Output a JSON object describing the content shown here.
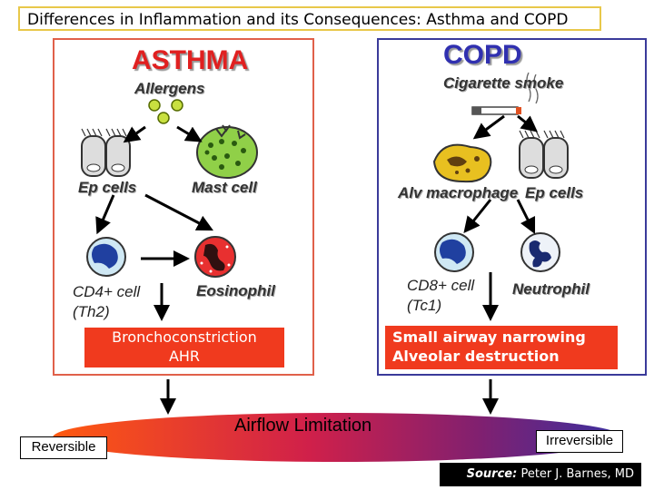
{
  "title": "Differences in Inflammation and its Consequences:  Asthma and COPD",
  "asthma": {
    "heading": "ASTHMA",
    "allergens": "Allergens",
    "ep_cells": "Ep cells",
    "mast_cell": "Mast cell",
    "cd4_line1": "CD4+ cell",
    "cd4_line2": "(Th2)",
    "eosinophil": "Eosinophil",
    "outcome_line1": "Bronchoconstriction",
    "outcome_line2": "AHR"
  },
  "copd": {
    "heading": "COPD",
    "cigarette": "Cigarette smoke",
    "alv_macrophage": "Alv macrophage",
    "ep_cells": "Ep cells",
    "cd8_line1": "CD8+ cell",
    "cd8_line2": "(Tc1)",
    "neutrophil": "Neutrophil",
    "outcome_line1": "Small airway narrowing",
    "outcome_line2": "Alveolar destruction"
  },
  "airflow": "Airflow Limitation",
  "reversible": "Reversible",
  "irreversible": "Irreversible",
  "source_label": "Source:",
  "source_author": " Peter J. Barnes, MD",
  "colors": {
    "asthma_border": "#e0604a",
    "copd_border": "#3a3a9a",
    "red_box": "#f03a1e",
    "title_border": "#e8c84a"
  }
}
